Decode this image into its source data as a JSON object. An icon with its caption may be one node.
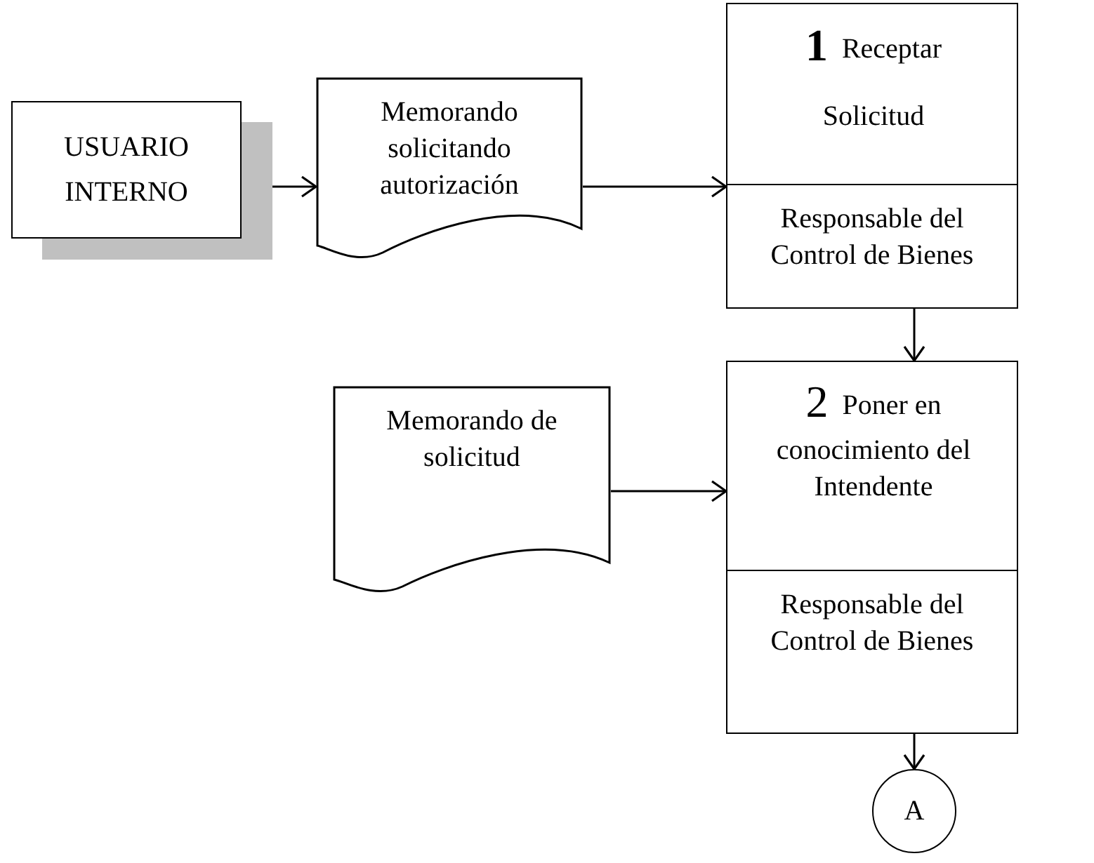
{
  "diagram": {
    "nodes": [
      {
        "text": [
          "USUARIO INTERNO"
        ]
      },
      {
        "text": [
          "Memorando solicitando autorización"
        ]
      },
      {
        "text": [
          "1",
          "Receptar Solicitud",
          "Responsable del Control de Bienes"
        ]
      },
      {
        "text": [
          "Memorando de solicitud"
        ]
      },
      {
        "text": [
          "2",
          "Poner en conocimiento del Intendente",
          "Responsable del Control de Bienes"
        ]
      },
      {
        "text": [
          "A"
        ]
      }
    ],
    "edges": [
      {
        "from": 0,
        "to": 1,
        "arrow": "to"
      },
      {
        "from": 1,
        "to": 2,
        "arrow": "to"
      },
      {
        "from": 2,
        "to": 4,
        "arrow": "to"
      },
      {
        "from": 3,
        "to": 4,
        "arrow": "to"
      },
      {
        "from": 4,
        "to": 5,
        "arrow": "to"
      }
    ]
  }
}
